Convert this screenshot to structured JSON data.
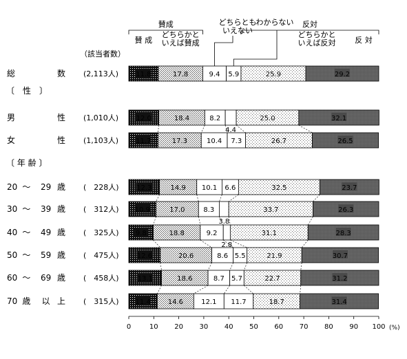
{
  "chart_data": {
    "type": "bar",
    "stacked": true,
    "orientation": "horizontal",
    "xlim": [
      0,
      100
    ],
    "xticks": [
      "0",
      "10",
      "20",
      "30",
      "40",
      "50",
      "60",
      "70",
      "80",
      "90",
      "100"
    ],
    "unit_label": "(%)",
    "count_header": "（該当者数）",
    "header_groups": [
      {
        "label": "賛成",
        "from": 0,
        "to": 1
      },
      {
        "label": "反対",
        "from": 4,
        "to": 5
      }
    ],
    "segments": [
      {
        "key": "s1",
        "label": "賛 成",
        "fill": "dark-stipple"
      },
      {
        "key": "s2",
        "label_lines": [
          "どちらかと",
          "いえば賛成"
        ],
        "fill": "light-stipple"
      },
      {
        "key": "s3",
        "label_lines": [
          "どちらとも",
          "いえない"
        ],
        "fill": "white"
      },
      {
        "key": "s4",
        "label": "わからない",
        "fill": "white"
      },
      {
        "key": "s5",
        "label_lines": [
          "どちらかと",
          "いえば反対"
        ],
        "fill": "fine-stipple"
      },
      {
        "key": "s6",
        "label": "反 対",
        "fill": "dark-gray"
      }
    ],
    "section_labels": [
      "〔　性　〕",
      "〔 年 齢 〕"
    ],
    "rows": [
      {
        "label_chars": [
          "総",
          "数"
        ],
        "count": "(2,113人)",
        "values": [
          11.8,
          17.8,
          9.4,
          5.9,
          25.9,
          29.2
        ]
      },
      {
        "label_chars": [
          "男",
          "性"
        ],
        "count": "(1,010人)",
        "values": [
          12.0,
          18.4,
          8.2,
          4.4,
          25.0,
          32.1
        ]
      },
      {
        "label_chars": [
          "女",
          "性"
        ],
        "count": "(1,103人)",
        "values": [
          11.7,
          17.3,
          10.4,
          7.3,
          26.7,
          26.5
        ]
      },
      {
        "label_chars": [
          "20",
          "～",
          "29",
          "歳"
        ],
        "count": "(　228人)",
        "values": [
          12.3,
          14.9,
          10.1,
          6.6,
          32.5,
          23.7
        ]
      },
      {
        "label_chars": [
          "30",
          "～",
          "39",
          "歳"
        ],
        "count": "(　312人)",
        "values": [
          10.9,
          17.0,
          8.3,
          3.8,
          33.7,
          26.3
        ]
      },
      {
        "label_chars": [
          "40",
          "～",
          "49",
          "歳"
        ],
        "count": "(　325人)",
        "values": [
          9.8,
          18.8,
          9.2,
          2.8,
          31.1,
          28.3
        ]
      },
      {
        "label_chars": [
          "50",
          "～",
          "59",
          "歳"
        ],
        "count": "(　475人)",
        "values": [
          12.6,
          20.6,
          8.6,
          5.5,
          21.9,
          30.7
        ]
      },
      {
        "label_chars": [
          "60",
          "～",
          "69",
          "歳"
        ],
        "count": "(　458人)",
        "values": [
          13.1,
          18.6,
          8.7,
          5.7,
          22.7,
          31.2
        ]
      },
      {
        "label_chars": [
          "70",
          "歳",
          "以",
          "上"
        ],
        "count": "(　315人)",
        "values": [
          11.4,
          14.6,
          12.1,
          11.7,
          18.7,
          31.4
        ]
      }
    ]
  }
}
